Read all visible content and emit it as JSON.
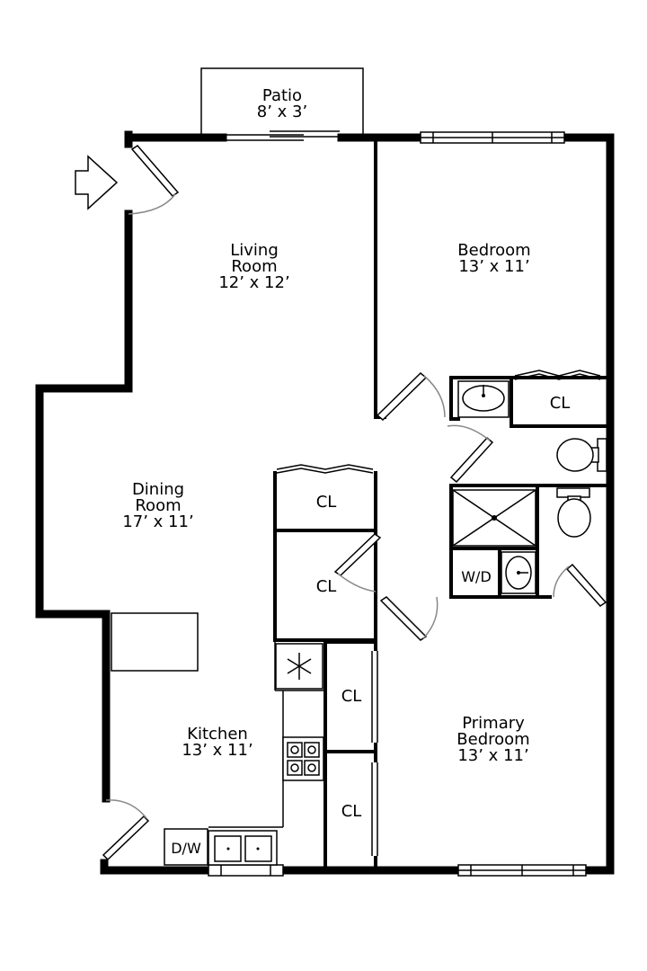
{
  "rooms": {
    "patio": {
      "name": "Patio",
      "size": "8’ x 3’"
    },
    "living": {
      "name_line1": "Living",
      "name_line2": "Room",
      "size": "12’ x 12’"
    },
    "bedroom": {
      "name": "Bedroom",
      "size": "13’ x 11’"
    },
    "dining": {
      "name_line1": "Dining",
      "name_line2": "Room",
      "size": "17’ x 11’"
    },
    "kitchen": {
      "name": "Kitchen",
      "size": "13’ x 11’"
    },
    "primary": {
      "name_line1": "Primary",
      "name_line2": "Bedroom",
      "size": "13’ x 11’"
    }
  },
  "labels": {
    "closet": "CL",
    "washer_dryer": "W/D",
    "dishwasher": "D/W"
  },
  "icons": {
    "entry": "entry-arrow-icon",
    "fridge": "snowflake-icon",
    "stove": "stove-burners-icon",
    "sink": "sink-icon",
    "toilet": "toilet-icon",
    "shower": "shower-icon"
  }
}
